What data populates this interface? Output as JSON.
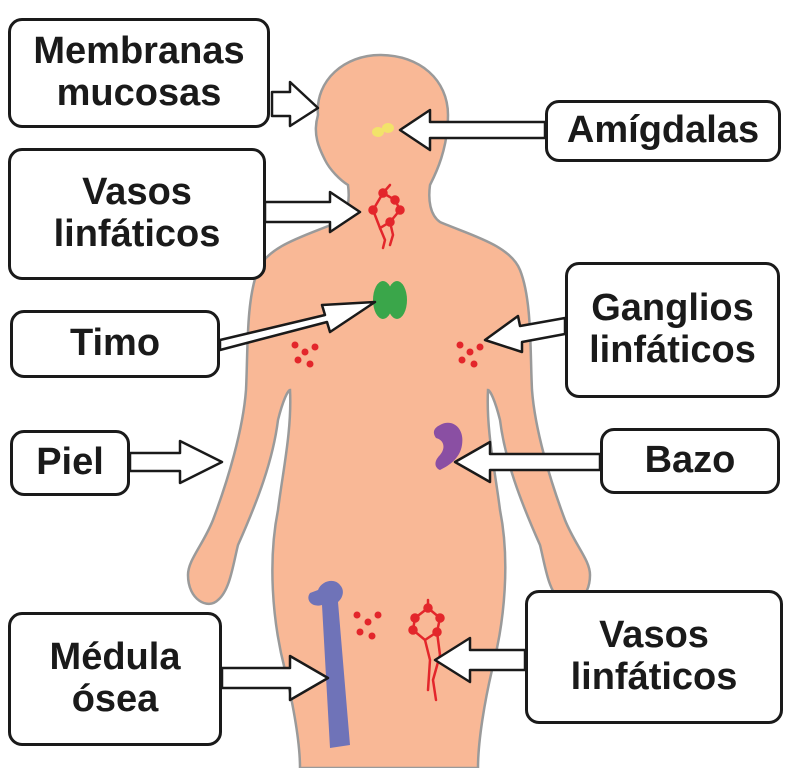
{
  "labels": {
    "membranas": "Membranas\nmucosas",
    "amigdalas": "Amígdalas",
    "vasos_top": "Vasos\nlinfáticos",
    "timo": "Timo",
    "ganglios": "Ganglios\nlinfáticos",
    "piel": "Piel",
    "bazo": "Bazo",
    "medula": "Médula\nósea",
    "vasos_bottom": "Vasos\nlinfáticos"
  },
  "colors": {
    "skin": "#f9b896",
    "skin_outline": "#9a9a9a",
    "node": "#e3262b",
    "thymus": "#3aa64a",
    "spleen": "#8a4fa3",
    "bone": "#6f73b8",
    "tonsils": "#f2e36a",
    "box_border": "#1a1a1a",
    "arrow": "#1a1a1a"
  }
}
